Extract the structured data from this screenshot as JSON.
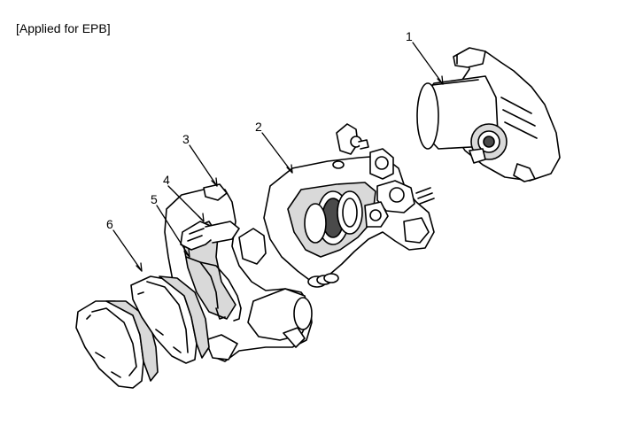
{
  "caption": "[Applied for EPB]",
  "callouts": [
    {
      "id": "1",
      "text": "1"
    },
    {
      "id": "2",
      "text": "2"
    },
    {
      "id": "3",
      "text": "3"
    },
    {
      "id": "4",
      "text": "4"
    },
    {
      "id": "5",
      "text": "5"
    },
    {
      "id": "6",
      "text": "6"
    }
  ],
  "colors": {
    "line": "#000000",
    "fill": "#ffffff",
    "shade": "#d9d9d9",
    "dark": "#4a4a4a"
  }
}
